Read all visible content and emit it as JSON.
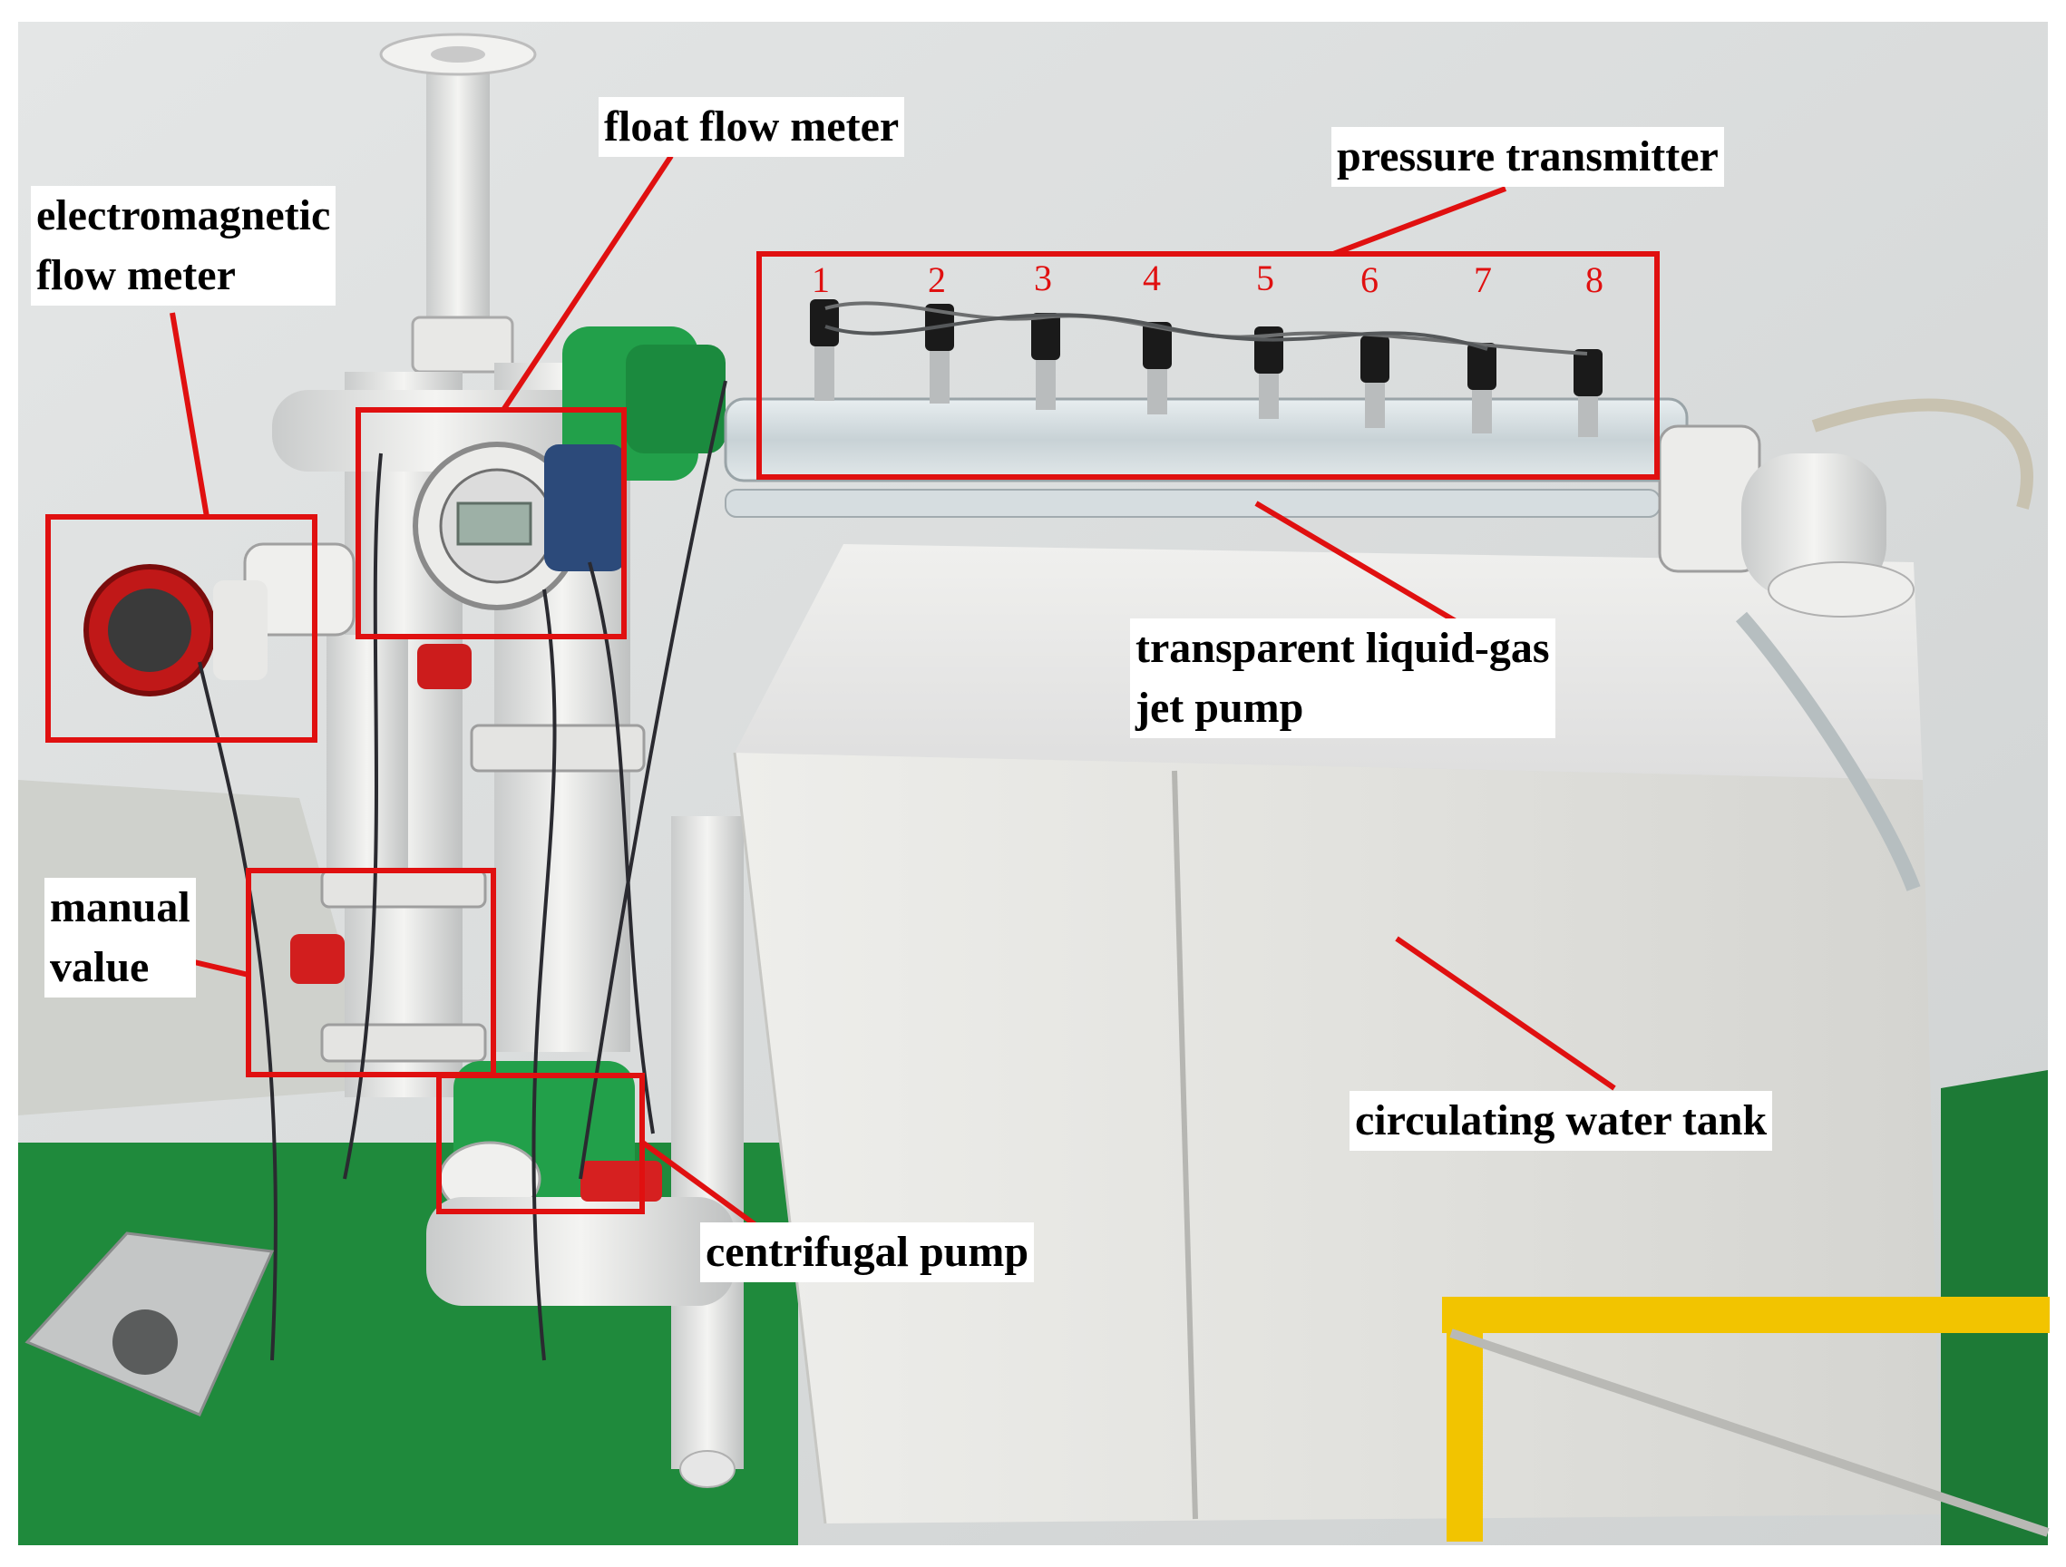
{
  "labels": {
    "electromagnetic_flow_meter": [
      "electromagnetic",
      "flow meter"
    ],
    "float_flow_meter": "float flow meter",
    "pressure_transmitter": "pressure transmitter",
    "transparent_jet_pump": [
      "transparent liquid-gas",
      "jet pump"
    ],
    "manual_valve": [
      "manual",
      "value"
    ],
    "centrifugal_pump": "centrifugal pump",
    "circulating_water_tank": "circulating water tank"
  },
  "sensor_numbers": [
    "1",
    "2",
    "3",
    "4",
    "5",
    "6",
    "7",
    "8"
  ],
  "colors": {
    "annotation": "#e01010",
    "label_bg": "#ffffff",
    "label_text": "#000000",
    "wall": "#dadcdc",
    "floor": "#1f8a3c",
    "tank": "#e6e6e3",
    "pump_green": "#22a04a",
    "yellow_frame": "#f2c400"
  }
}
